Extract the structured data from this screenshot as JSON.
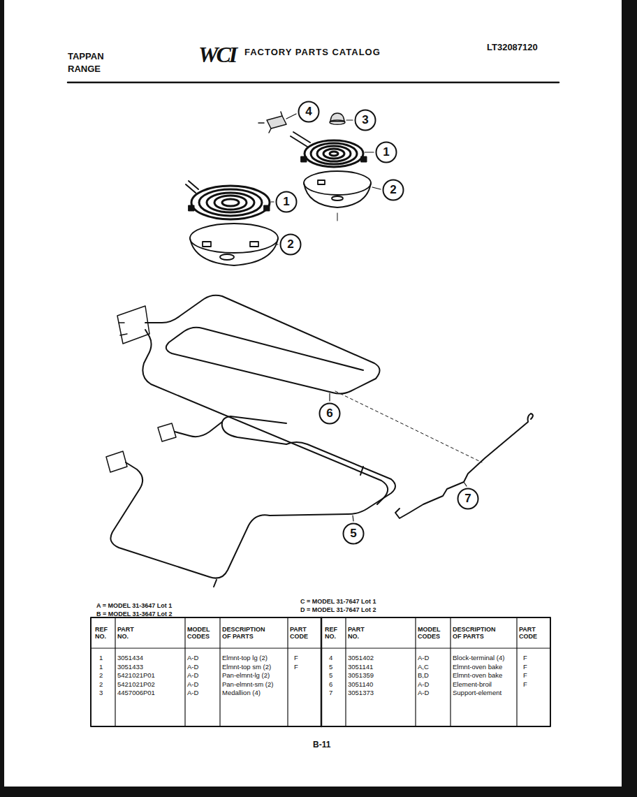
{
  "diagram": {
    "title": "FACTORY PARTS CATALOG",
    "nodes": [
      {
        "text": [
          "4"
        ]
      },
      {
        "text": [
          "3"
        ]
      },
      {
        "text": [
          "1"
        ]
      },
      {
        "text": [
          "2"
        ]
      },
      {
        "text": [
          "1"
        ]
      },
      {
        "text": [
          "2"
        ]
      },
      {
        "text": [
          "6"
        ]
      },
      {
        "text": [
          "7"
        ]
      },
      {
        "text": [
          "5"
        ]
      }
    ],
    "labels": [
      "TAPPAN RANGE",
      "WCI",
      "LT32087120",
      "A = MODEL 31-3647 Lot 1",
      "B = MODEL 31-3647 Lot 2",
      "C = MODEL 31-7647 Lot 1",
      "D = MODEL 31-7647 Lot 2",
      "REF NO.",
      "PART NO.",
      "MODEL CODES",
      "DESCRIPTION OF PARTS",
      "PART CODE",
      "REF NO.",
      "PART NO.",
      "MODEL CODES",
      "DESCRIPTION OF PARTS",
      "PART CODE",
      "1",
      "3051434",
      "A-D",
      "Elmnt-top lg (2)",
      "F",
      "1",
      "3051433",
      "A-D",
      "Elmnt-top sm (2)",
      "F",
      "2",
      "5421021P01",
      "A-D",
      "Pan-elmnt-lg (2)",
      "2",
      "5421021P02",
      "A-D",
      "Pan-elmnt-sm (2)",
      "3",
      "4457006P01",
      "A-D",
      "Medallion (4)",
      "4",
      "3051402",
      "A-D",
      "Block-terminal (4)",
      "F",
      "5",
      "3051141",
      "A,C",
      "Elmnt-oven bake",
      "F",
      "5",
      "3051359",
      "B,D",
      "Elmnt-oven bake",
      "F",
      "6",
      "3051140",
      "A-D",
      "Element-broil",
      "F",
      "7",
      "3051373",
      "A-D",
      "Support-element",
      "B-11"
    ]
  }
}
